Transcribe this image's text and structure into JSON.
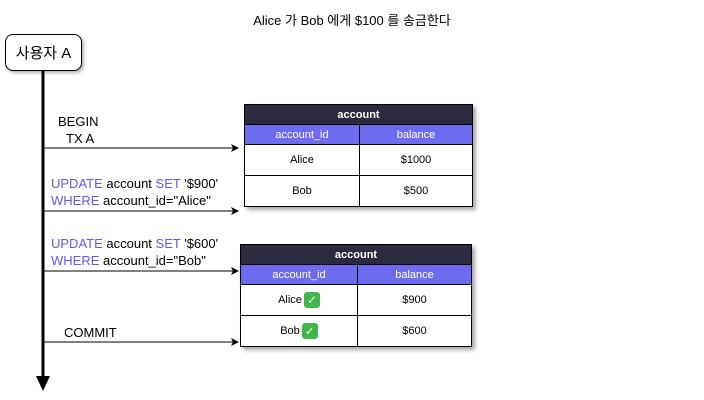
{
  "title": "Alice 가 Bob 에게 $100 를 송금한다",
  "actor": "사용자 A",
  "messages": {
    "begin": [
      "BEGIN",
      "TX A"
    ],
    "update1": {
      "kw1": "UPDATE",
      "mid": " account ",
      "kw2": "SET",
      "val": " '$900'",
      "kw3": "WHERE",
      "cond": " account_id=\"Alice\""
    },
    "update2": {
      "kw1": "UPDATE",
      "mid": " account ",
      "kw2": "SET",
      "val": " '$600'",
      "kw3": "WHERE",
      "cond": " account_id=\"Bob\""
    },
    "commit": "COMMIT"
  },
  "table1": {
    "name": "account",
    "columns": [
      "account_id",
      "balance"
    ],
    "rows": [
      [
        "Alice",
        "$1000"
      ],
      [
        "Bob",
        "$500"
      ]
    ]
  },
  "table2": {
    "name": "account",
    "columns": [
      "account_id",
      "balance"
    ],
    "rows": [
      [
        "Alice",
        "$900"
      ],
      [
        "Bob",
        "$600"
      ]
    ],
    "check_icon": "check-mark-icon"
  },
  "colors": {
    "keyword": "#5b5bf0",
    "table_header": "#2b2a3e",
    "column_header": "#6d6cf0",
    "check": "#3fb84b"
  }
}
